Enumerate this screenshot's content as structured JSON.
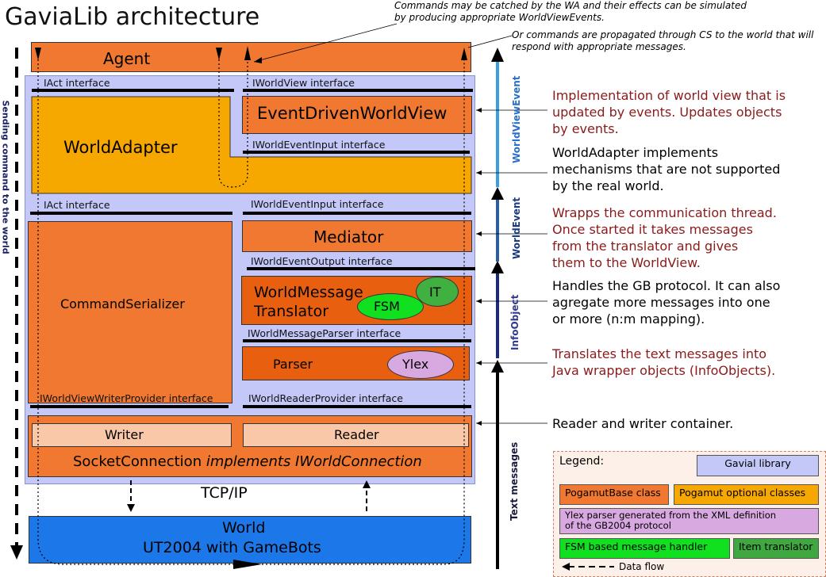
{
  "title": "GaviaLib architecture",
  "top_notes": {
    "catched": "Commands may be catched by the WA and their effects can be simulated by producing appropriate WorldViewEvents.",
    "propagated": "Or commands are propagated through CS to the world that will respond with appropriate messages."
  },
  "agent": "Agent",
  "interfaces": {
    "iact_top": "IAct interface",
    "iworldview": "IWorldView interface",
    "iworldeventinput_top": "IWorldEventInput interface",
    "iact_mid": "IAct interface",
    "iworldeventinput_mid": "IWorldEventInput interface",
    "iworldeventoutput": "IWorldEventOutput interface",
    "iworldmessageparser": "IWorldMessageParser interface",
    "iworldviewwriterprovider": "IWorldViewWriterProvider interface",
    "iworldreaderprovider": "IWorldReaderProvider interface"
  },
  "components": {
    "eventdrivenworldview": "EventDrivenWorldView",
    "worldadapter": "WorldAdapter",
    "mediator": "Mediator",
    "commandserializer": "CommandSerializer",
    "translator_line1": "WorldMessage",
    "translator_line2": "Translator",
    "it": "IT",
    "fsm": "FSM",
    "parser": "Parser",
    "ylex": "Ylex",
    "writer": "Writer",
    "reader": "Reader",
    "socket_plain": "SocketConnection ",
    "socket_italic": "implements IWorldConnection",
    "tcpip": "TCP/IP",
    "world_line1": "World",
    "world_line2": "UT2004 with GameBots"
  },
  "side_labels": {
    "sending": "Sending command to the world",
    "worldviewevent": "WorldViewEvent",
    "worldevent": "WorldEvent",
    "infoobject": "InfoObject",
    "textmessages": "Text messages"
  },
  "descriptions": {
    "worldview": [
      "Implementation of world view that is",
      "updated by events. Updates objects",
      "by events."
    ],
    "worldadapter": [
      "WorldAdapter implements",
      "mechanisms that are not supported",
      "by the real world."
    ],
    "mediator": [
      "Wrapps the communication thread.",
      "Once started it takes messages",
      "from the translator and gives",
      "them to the WorldView."
    ],
    "translator": [
      "Handles the GB protocol. It can also",
      "agregate more messages into one",
      "or more (n:m mapping)."
    ],
    "parser": [
      "Translates the text messages into",
      "Java wrapper objects (InfoObjects)."
    ],
    "container": [
      "Reader and writer container."
    ]
  },
  "legend": {
    "title": "Legend:",
    "gavial": "Gavial library",
    "pogamutbase": "PogamutBase class",
    "optional": "Pogamut optional classes",
    "ylex_line1": "Ylex parser generated from the XML definition",
    "ylex_line2": "of the GB2004 protocol",
    "fsm": "FSM based message handler",
    "item": "Item translator",
    "dataflow": "Data flow"
  },
  "colors": {
    "gavial": "#c4c8f8",
    "pogamutbase": "#f07830",
    "pogamutdark": "#e85f10",
    "optional": "#f6a800",
    "ylex": "#d8a8e0",
    "fsm": "#10e020",
    "item": "#40a840",
    "light": "#f8c8a8",
    "world": "#1c78e8",
    "descred": "#8b1a1a"
  }
}
